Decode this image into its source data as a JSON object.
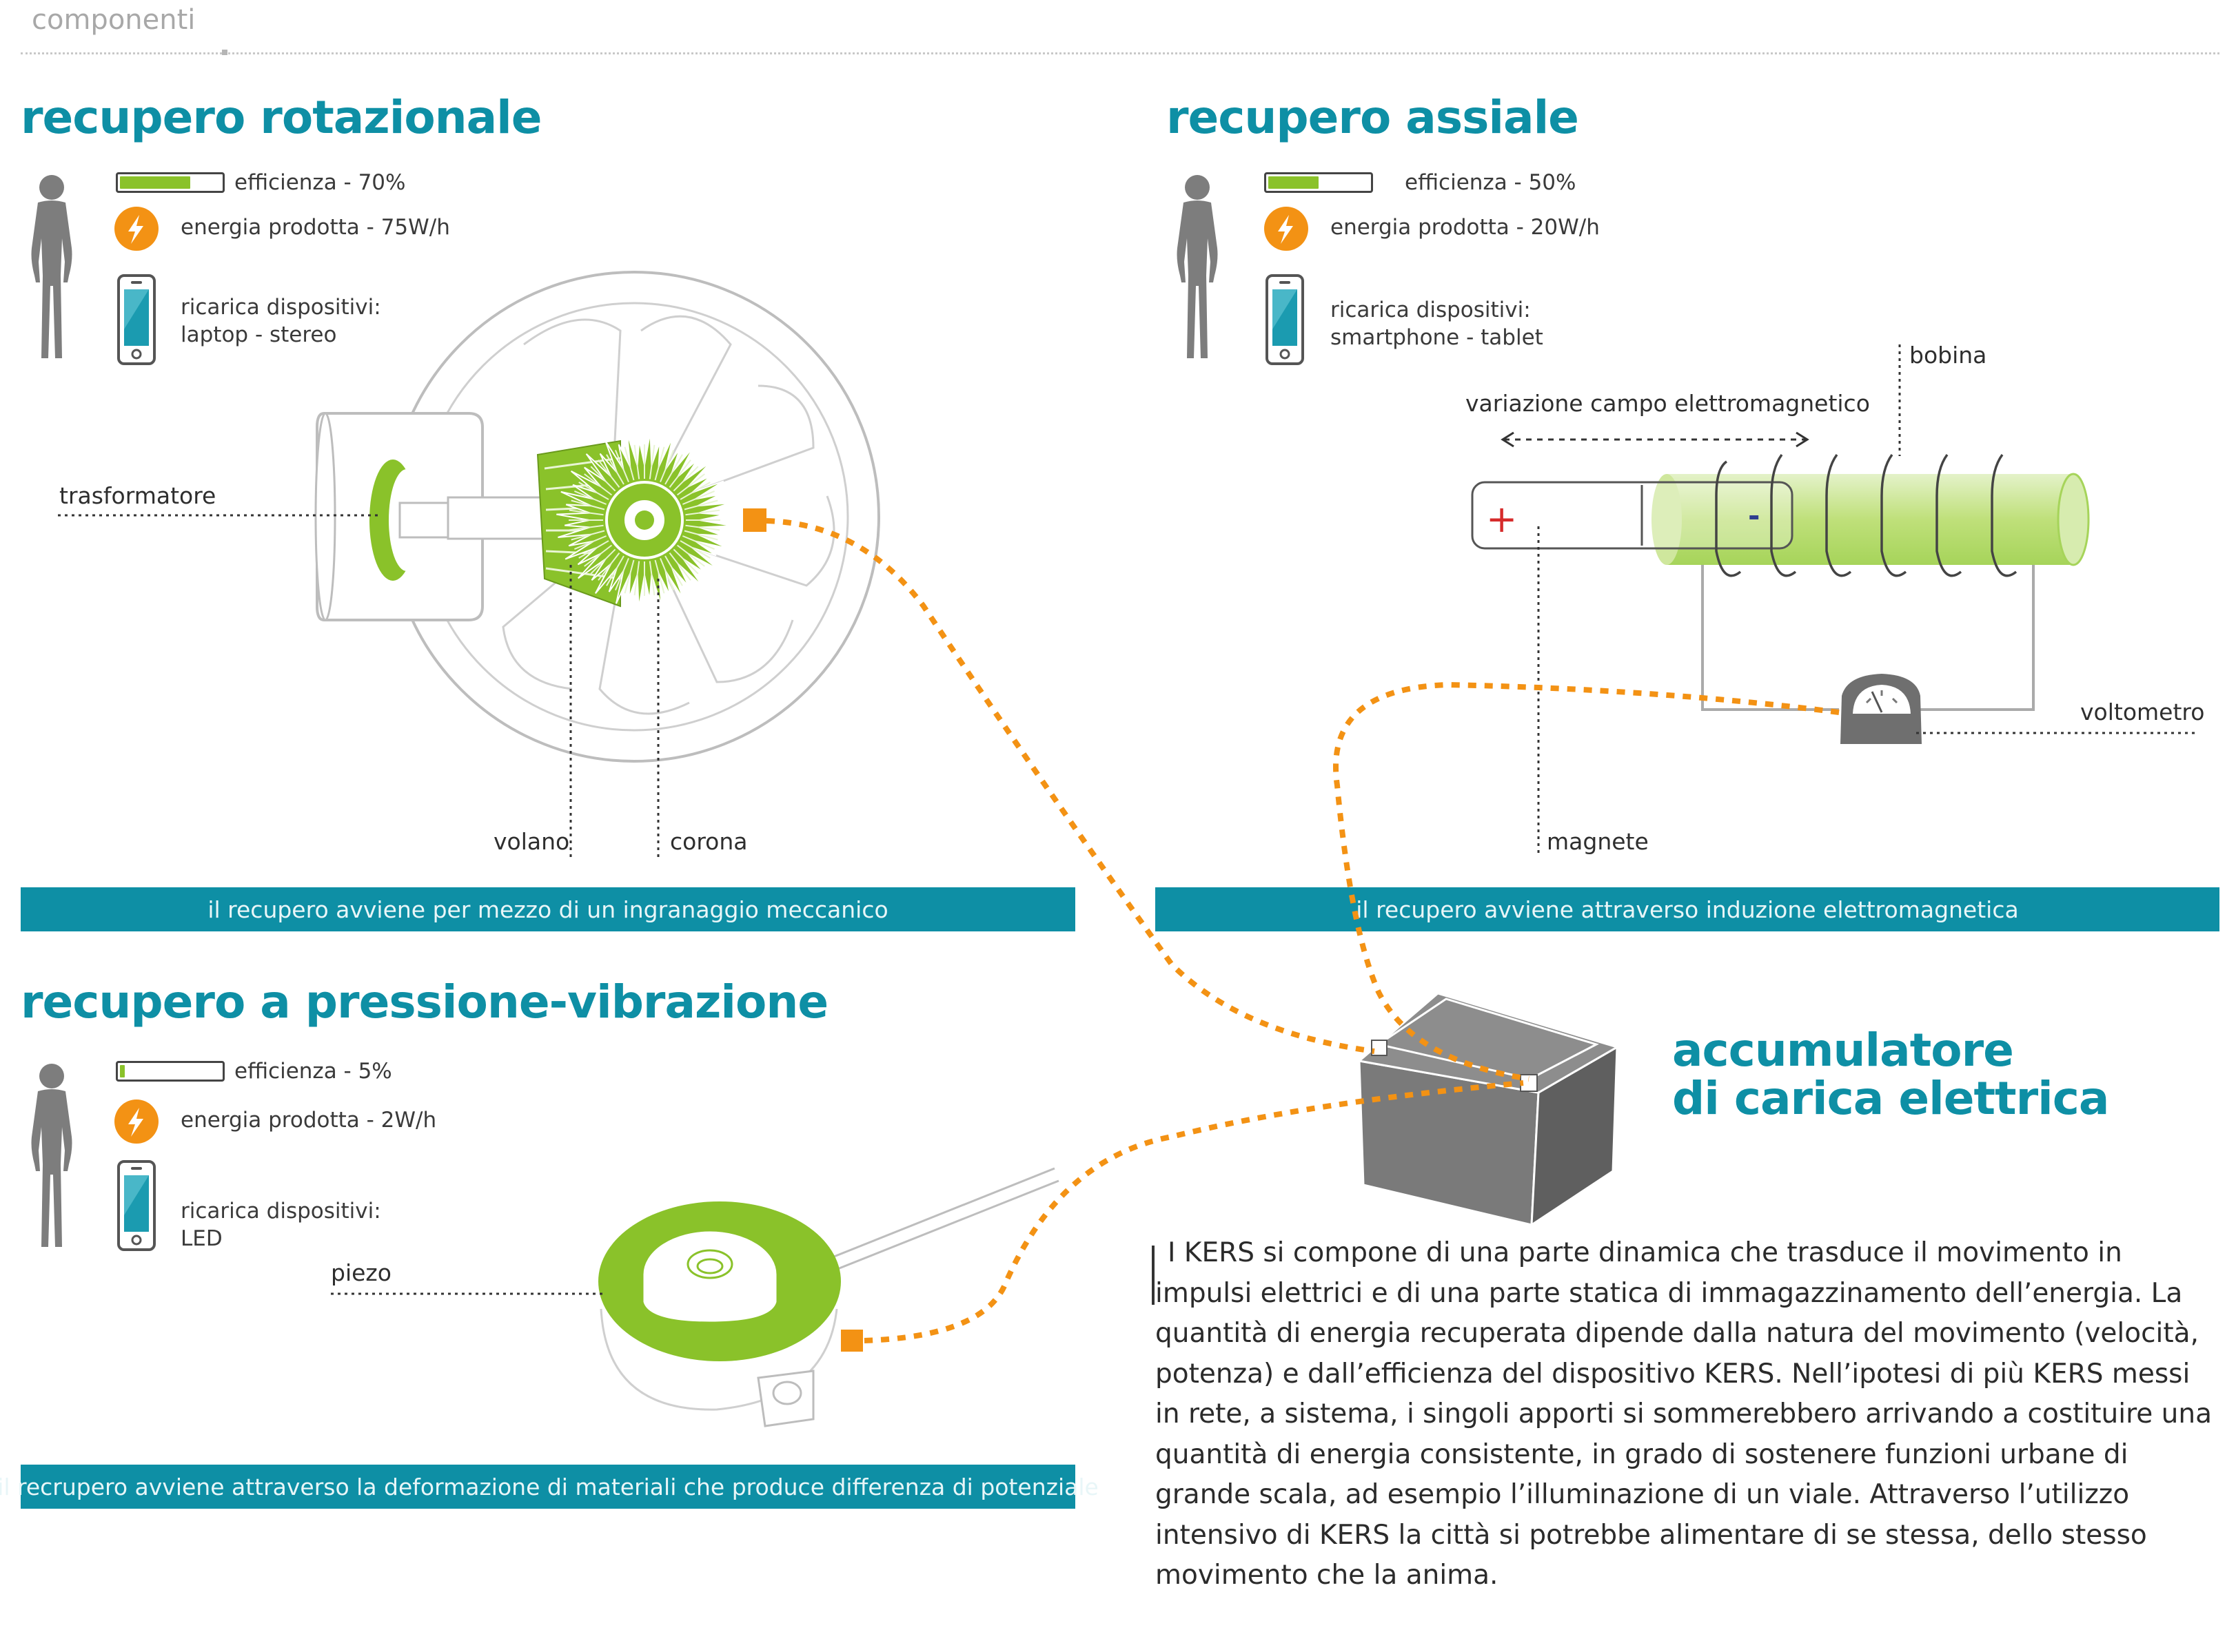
{
  "header": {
    "label": "componenti"
  },
  "rotational": {
    "title": "recupero rotazionale",
    "efficiency": "efficienza - 70%",
    "efficiency_value": 0.7,
    "energy": "energia prodotta - 75W/h",
    "devices_label": "ricarica dispositivi:",
    "devices": "laptop - stereo",
    "label_transformer": "trasformatore",
    "label_flywheel": "volano",
    "label_crown": "corona",
    "caption": "il recupero avviene per mezzo di un ingranaggio meccanico"
  },
  "axial": {
    "title": "recupero assiale",
    "efficiency": "efficienza - 50%",
    "efficiency_value": 0.5,
    "energy": "energia prodotta - 20W/h",
    "devices_label": "ricarica dispositivi:",
    "devices": "smartphone - tablet",
    "label_field": "variazione campo elettromagnetico",
    "label_coil": "bobina",
    "label_plus": "+",
    "label_minus": "-",
    "label_voltmeter": "voltometro",
    "label_magnet": "magnete",
    "caption": "il recupero avviene attraverso induzione elettromagnetica"
  },
  "pressure": {
    "title": "recupero a pressione-vibrazione",
    "efficiency": "efficienza - 5%",
    "efficiency_value": 0.05,
    "energy": "energia prodotta - 2W/h",
    "devices_label": "ricarica dispositivi:",
    "devices": "LED",
    "label_piezo": "piezo",
    "caption": "il recrupero avviene attraverso la deformazione di materiali che produce differenza di potenziale"
  },
  "accumulator": {
    "title_line1": "accumulatore",
    "title_line2": "di carica elettrica"
  },
  "description": "I KERS si compone di una parte dinamica che trasduce il movimento in impulsi elettrici e di una parte statica di immagazzinamento dell’energia. La quantità di energia recuperata dipende dalla natura del movimento (velocità, potenza) e dall’efficienza del dispositivo KERS. Nell’ipotesi di più KERS messi in rete, a sistema, i singoli apporti si sommerebbero arrivando a costituire una quantità di energia consistente, in grado di sostenere funzioni urbane di grande scala, ad esempio l’illuminazione di un viale. Attraverso l’utilizzo intensivo di KERS la città si potrebbe alimentare di se stessa, dello stesso movimento che la anima.",
  "colors": {
    "accent_teal": "#0e8fa5",
    "green": "#8ac22a",
    "orange": "#f39214",
    "human_gray": "#7d7d7d"
  },
  "icons": [
    "human-figure-icon",
    "lightning-bolt-icon",
    "smartphone-icon"
  ]
}
